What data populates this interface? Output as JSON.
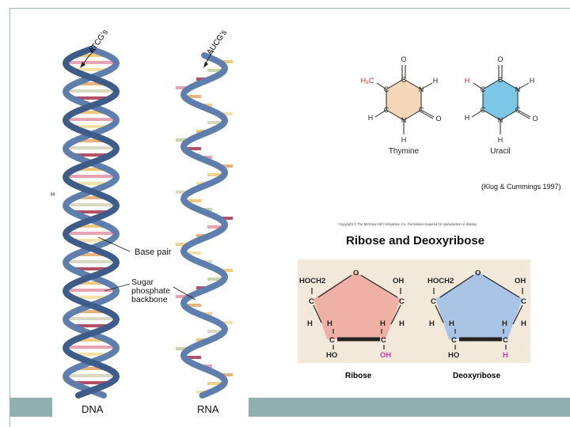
{
  "helix": {
    "dna_top_label": "ATCG's",
    "rna_top_label": "AUCG's",
    "base_pair_label": "Base pair",
    "backbone_label": "Sugar\nphosphate\nbackbone",
    "dna_label": "DNA",
    "rna_label": "RNA",
    "side_mark": "H"
  },
  "bases": {
    "thymine": {
      "name": "Thymine",
      "methyl": "H₃C",
      "atoms": {
        "o_top": "O",
        "c5": "C",
        "c4": "C",
        "n3": "N",
        "h_n3": "H",
        "c2": "C",
        "o2": "O",
        "n1": "N",
        "h_n1": "H",
        "c6": "C",
        "h6": "H"
      }
    },
    "uracil": {
      "name": "Uracil",
      "h5": "H",
      "atoms": {
        "o_top": "O",
        "c5": "C",
        "c4": "C",
        "n3": "N",
        "h_n3": "H",
        "c2": "C",
        "o2": "O",
        "n1": "N",
        "h_n1": "H",
        "c6": "C",
        "h6": "H"
      }
    },
    "citation": "(Klug & Cummings 1997)"
  },
  "sugars": {
    "copyright": "Copyright © The McGraw-Hill Companies, Inc. Permission required for reproduction or display.",
    "title": "Ribose and Deoxyribose",
    "ribose": {
      "name": "Ribose",
      "hoch2": "HOCH2",
      "o": "O",
      "oh_right": "OH",
      "c_left": "C",
      "c_right": "C",
      "h_left_out": "H",
      "h_left_in": "H",
      "h_right_in": "H",
      "h_right_out": "H",
      "c_bottom_left": "C",
      "c_bottom_right": "C",
      "ho": "HO",
      "oh_bottom": "OH"
    },
    "deoxyribose": {
      "name": "Deoxyribose",
      "hoch2": "HOCH2",
      "o": "O",
      "oh_right": "OH",
      "c_left": "C",
      "c_right": "C",
      "h_left_out": "H",
      "h_left_in": "H",
      "h_right_in": "H",
      "h_right_out": "H",
      "c_bottom_left": "C",
      "c_bottom_right": "C",
      "ho": "HO",
      "h_bottom": "H"
    }
  },
  "colors": {
    "backbone": "#5e7fae",
    "backbone_dark": "#3d5c8a",
    "ribose_fill": "#efb0a6",
    "deoxyribose_fill": "#aac4e6",
    "sugar_panel": "#f2e9db",
    "thymine_fill": "#f3d7b8",
    "uracil_fill": "#7cc7e6",
    "accent_red": "#cc2222",
    "accent_magenta": "#d43aa8",
    "bar": "#8fb0ae"
  }
}
